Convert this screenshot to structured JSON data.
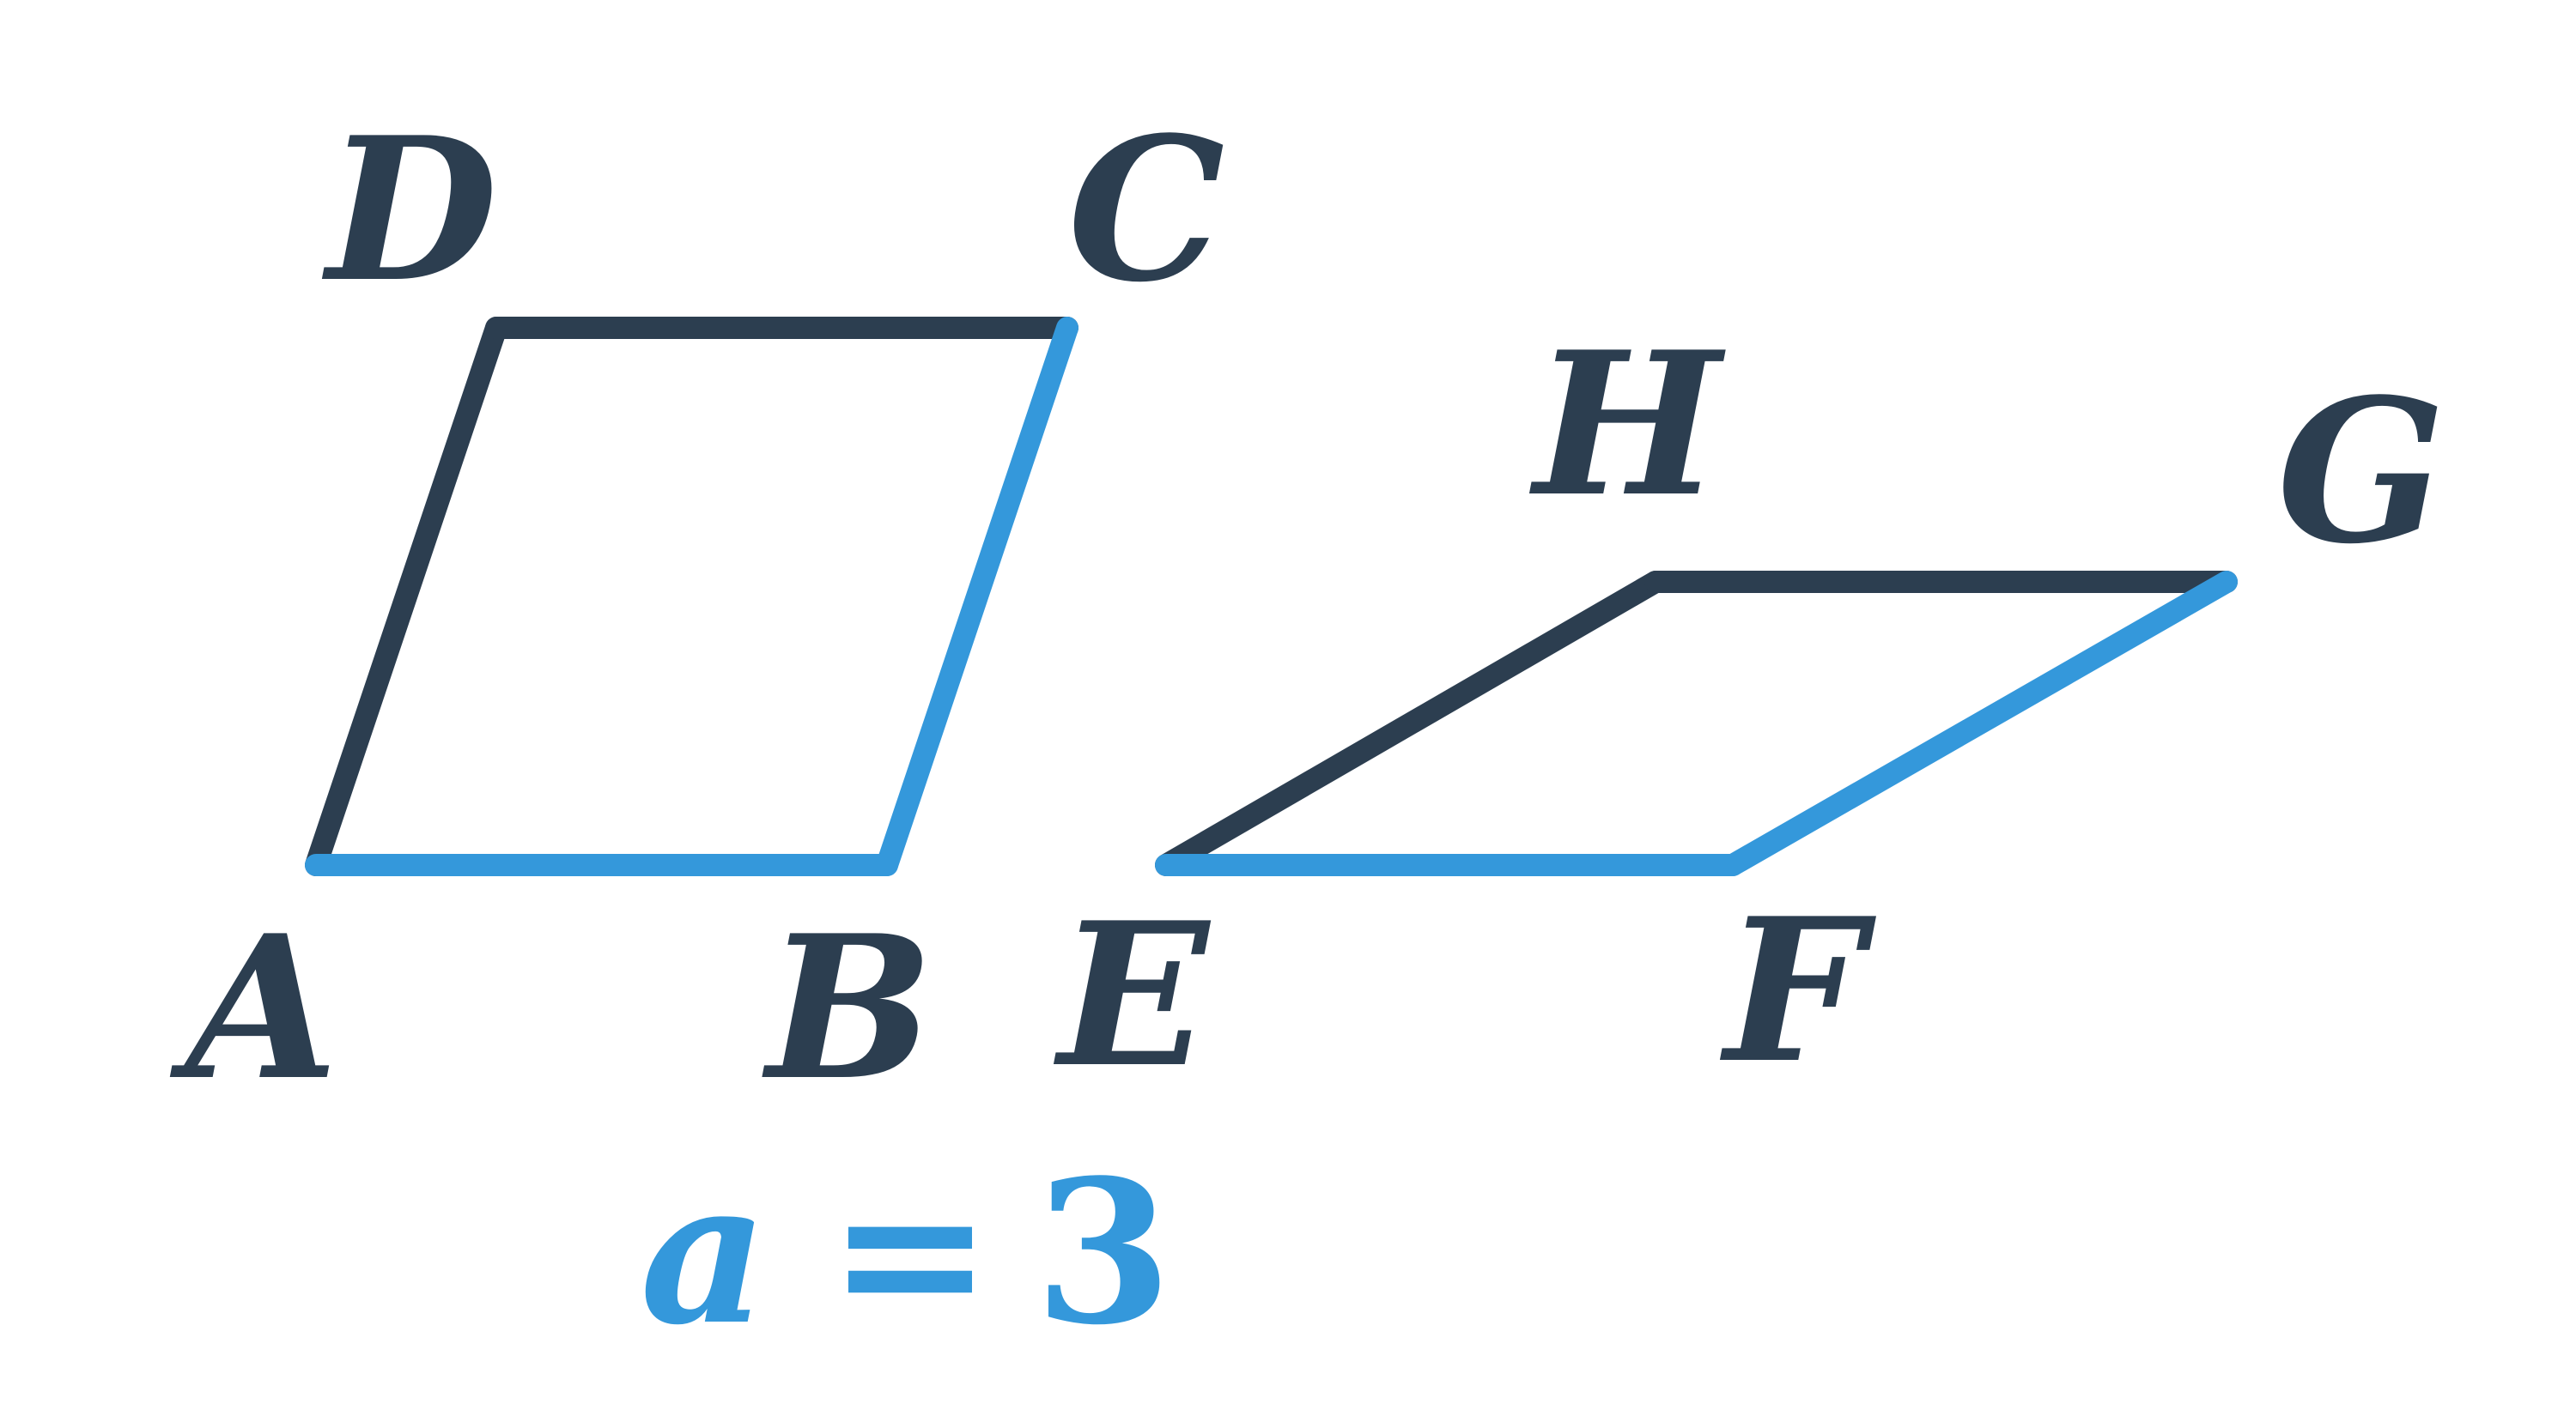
{
  "colors": {
    "dark": "#2c3e50",
    "accent": "#3498db",
    "background": "#ffffff"
  },
  "labels": {
    "A": "A",
    "B": "B",
    "C": "C",
    "D": "D",
    "E": "E",
    "F": "F",
    "G": "G",
    "H": "H"
  },
  "equation": {
    "variable": "a",
    "operator": "=",
    "value": "3"
  }
}
